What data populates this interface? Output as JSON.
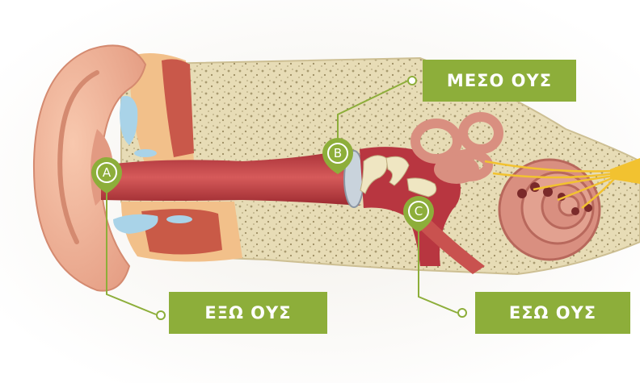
{
  "labels": {
    "middle_ear": "ΜΕΣΟ ΟΥΣ",
    "outer_ear": "ΕΞΩ ΟΥΣ",
    "inner_ear": "ΕΣΩ ΟΥΣ"
  },
  "markers": {
    "a": "A",
    "b": "B",
    "c": "C"
  },
  "colors": {
    "label_green": "#8dae3a",
    "skin": "#efb398",
    "bone": "#e9dfbd",
    "canal_red": "#c0444a",
    "cochlea": "#d98f80",
    "nerve": "#f2c230"
  }
}
